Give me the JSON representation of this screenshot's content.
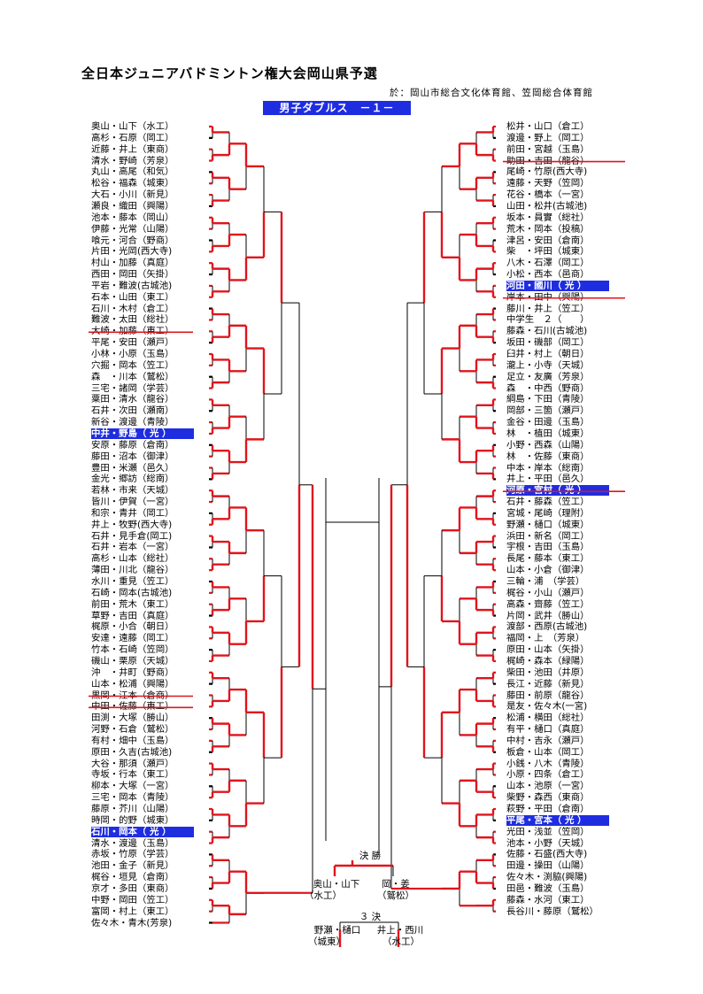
{
  "header": {
    "title": "全日本ジュニアバドミントン権大会岡山県予選",
    "venue": "於：岡山市総合文化体育館、笠岡総合体育館",
    "event": "男子ダブルス　－１－"
  },
  "left_entries": [
    "奥山・山下（水工）",
    "高杉・石原（岡工）",
    "近藤・井上（東商）",
    "清水・野崎（芳泉）",
    "丸山・高尾（和気）",
    "松谷・福森（城東）",
    "大石・小川（新見）",
    "瀬良・織田（興陽）",
    "池本・藤本（岡山）",
    "伊藤・光常（山陽）",
    "喰元・河合（野商）",
    "片田・光岡(西大寺)",
    "村山・加藤（真庭）",
    "西田・岡田（矢掛）",
    "平岩・難波(古城池)",
    "石本・山田（東工）",
    "石川・木村（倉工）",
    "難波・太田（総社）",
    "大崎・加藤（東工）",
    "平尾・安田（瀬戸）",
    "小林・小原（玉島）",
    "穴掘・岡本（笠工）",
    "森　・川本（鷲松）",
    "三宅・諸岡（学芸）",
    "粟田・清水（龍谷）",
    "石井・次田（瀬南）",
    "新谷・渡邊（青陵）",
    "中井・野島（ 光 ）",
    "安原・藤原（倉南）",
    "藤田・沼本（御津）",
    "豊田・米瀬（邑久）",
    "金光・郷訪（総南）",
    "若林・市来（天城）",
    "皆川・伊賀（一宮）",
    "和宗・青井（岡工）",
    "井上・牧野(西大寺)",
    "石井・見手倉(岡工)",
    "石井・岩本（一宮）",
    "高杉・山本（総社）",
    "薄田・川北（龍谷）",
    "水川・重見（笠工）",
    "石崎・岡本(古城池)",
    "前田・荒木（東工）",
    "草野・吉田（真庭）",
    "梶原・小合（朝日）",
    "安達・遠藤（岡工）",
    "竹本・石崎（笠岡）",
    "磯山・栗原（天城）",
    "沖　・井町（野商）",
    "山本・松浦（興陽）",
    "黒岡・江本（倉商）",
    "中田・佐藤（東工）",
    "田渕・大塚（勝山）",
    "河野・石倉（鷲松）",
    "有村・畑中（玉島）",
    "原田・久吉(古城池)",
    "大谷・那須（瀬戸）",
    "寺坂・行本（東工）",
    "柳本・大塚（一宮）",
    "三宅・岡本（青陵）",
    "藤原・芥川（山陽）",
    "時岡・的野（城東）",
    "石川・岡本（ 光 ）",
    "清水・渡邊（玉島）",
    "赤坂・竹原（学芸）",
    "池田・金子（新見）",
    "梶谷・垣見（倉南）",
    "京才・多田（東商）",
    "中野・岡田（笠工）",
    "富岡・村上（東工）",
    "佐々木・青木(芳泉)"
  ],
  "right_entries": [
    "松井・山口（倉工）",
    "渡邊・野上（岡工）",
    "前田・宮越（玉島）",
    "助田・吉田（龍谷）",
    "尾崎・竹原(西大寺)",
    "遠藤・天野（笠岡）",
    "花谷・橋本（一宮）",
    "山田・松井(古城池)",
    "坂本・員實（総社）",
    "荒木・岡本（投稿）",
    "津呂・安田（倉南）",
    "柴　・坪田（城東）",
    "八木・石澤（岡工）",
    "小松・西本（邑商）",
    "河田・國川（ 光 ）",
    "岸本・田中（興陽）",
    "藤川・井上（笠工）",
    "中学生　２（　　）",
    "藤森・石川(古城池)",
    "坂田・磯部（岡工）",
    "臼井・村上（朝日）",
    "瀧上・小寺（天城）",
    "足立・友廣（芳泉）",
    "森　・中西（野商）",
    "綱島・下田（青陵）",
    "岡部・三箇（瀬戸）",
    "金谷・田邊（玉島）",
    "林　・植田（城東）",
    "小野・西森（山陽）",
    "林　・佐藤（東商）",
    "中本・岸本（総南）",
    "井上・平田（邑久）",
    "河原・宮村（ 光 ）",
    "石井・藤森（笠工）",
    "宮城・尾崎（理附）",
    "野瀬・樋口（城東）",
    "浜田・新名（岡工）",
    "宇根・吉田（玉島）",
    "長尾・藤本（東工）",
    "山本・小倉（御津）",
    "三輪・浦　（学芸）",
    "梶谷・小山（瀬戸）",
    "高森・齋藤（笠工）",
    "片岡・武井（勝山）",
    "渡部・西原(古城池)",
    "福岡・上　（芳泉）",
    "原田・山本（矢掛）",
    "梶崎・森本（緑陽）",
    "柴田・池田（井原）",
    "長江・近藤（新見）",
    "藤田・前原（龍谷）",
    "是友・佐々木(一宮)",
    "松浦・横田（総社）",
    "有平・樋口（真庭）",
    "中村・吉永（瀬戸）",
    "板倉・山本（岡工）",
    "小銭・八木（青陵）",
    "小原・四条（倉工）",
    "山本・池原（一宮）",
    "柴野・森西（東商）",
    "萩野・平田（倉南）",
    "平尾・宮本（ 光 ）",
    "光田・浅並（笠岡）",
    "池本・小野（天城）",
    "佐藤・石盛(西大寺)",
    "田邊・操田（山陽）",
    "佐々木・渕脇(興陽)",
    "田邑・難波（玉島）",
    "藤森・水河（東工）",
    "長谷川・藤原（鷲松）"
  ],
  "highlighted": {
    "left": [
      "中井・野島（ 光 ）",
      "石川・岡本（ 光 ）"
    ],
    "right": [
      "河田・國川（ 光 ）",
      "河原・宮村（ 光 ）",
      "平尾・宮本（ 光 ）"
    ]
  },
  "struck": {
    "left": [
      "大崎・加藤（東工）",
      "黒岡・江本（倉商）",
      "中田・佐藤（東工）"
    ],
    "right": [
      "助田・吉田（龍谷）",
      "岸本・田中（興陽）",
      "河原・宮村（ 光 ）"
    ]
  },
  "final": {
    "label": "決 勝",
    "left_name": "奥山・山下",
    "left_school": "（水工）",
    "right_name": "岡・姜",
    "right_school": "（鷲松）"
  },
  "third_place": {
    "label": "３ 決",
    "left_name": "野瀬・樋口",
    "left_school": "（城東）",
    "right_name": "井上・西川",
    "right_school": "（水工）"
  },
  "colors": {
    "accent_blue": "#1f2de0",
    "winner_red": "#e0141c",
    "line_black": "#000000"
  }
}
